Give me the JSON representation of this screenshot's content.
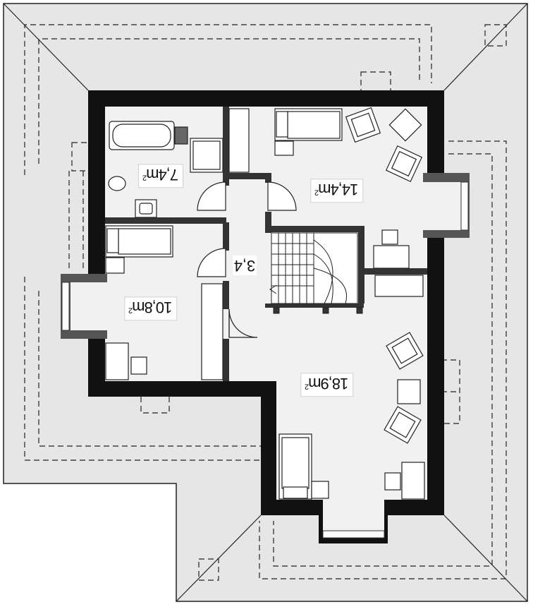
{
  "rooms": {
    "bathroom": {
      "area": "7,4m",
      "unit_sup": "2"
    },
    "bedroom_top": {
      "area": "14,4m",
      "unit_sup": "2"
    },
    "hall": {
      "area": "3,4"
    },
    "bedroom_left": {
      "area": "10,8m",
      "unit_sup": "2"
    },
    "bedroom_big": {
      "area": "18,9m",
      "unit_sup": "2"
    }
  },
  "colors": {
    "roof": "#e6e6e6",
    "floor": "#f1f1f1",
    "wall": "#111111",
    "wall_gray": "#555555",
    "dash": "#222222"
  }
}
